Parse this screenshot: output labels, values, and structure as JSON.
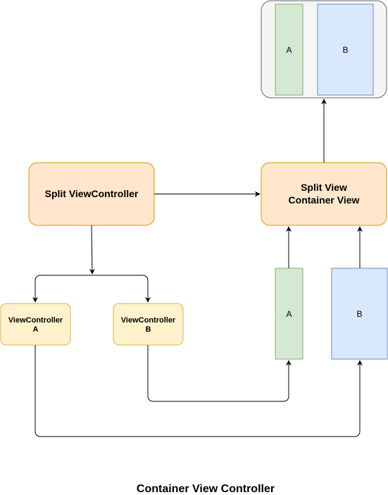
{
  "diagram": {
    "title": "Container View Controller",
    "nodes": {
      "split_view_controller": {
        "label": "Split ViewController",
        "fill": "#ffe6cc",
        "stroke": "#d79b00"
      },
      "split_view_container": {
        "label_line1": "Split View",
        "label_line2": "Container View",
        "fill": "#ffe6cc",
        "stroke": "#d79b00"
      },
      "view_controller_a": {
        "label_line1": "ViewController",
        "label_line2": "A",
        "fill": "#fff2cc",
        "stroke": "#d6b656"
      },
      "view_controller_b": {
        "label_line1": "ViewController",
        "label_line2": "B",
        "fill": "#fff2cc",
        "stroke": "#d6b656"
      },
      "view_a": {
        "label": "A",
        "fill": "#d5e8d4",
        "stroke": "#82b366"
      },
      "view_b": {
        "label": "B",
        "fill": "#dae8fc",
        "stroke": "#6c8ebf"
      },
      "composite": {
        "fill": "#f5f5f5",
        "stroke": "#666666",
        "pane_a": {
          "label": "A"
        },
        "pane_b": {
          "label": "B"
        }
      }
    }
  }
}
